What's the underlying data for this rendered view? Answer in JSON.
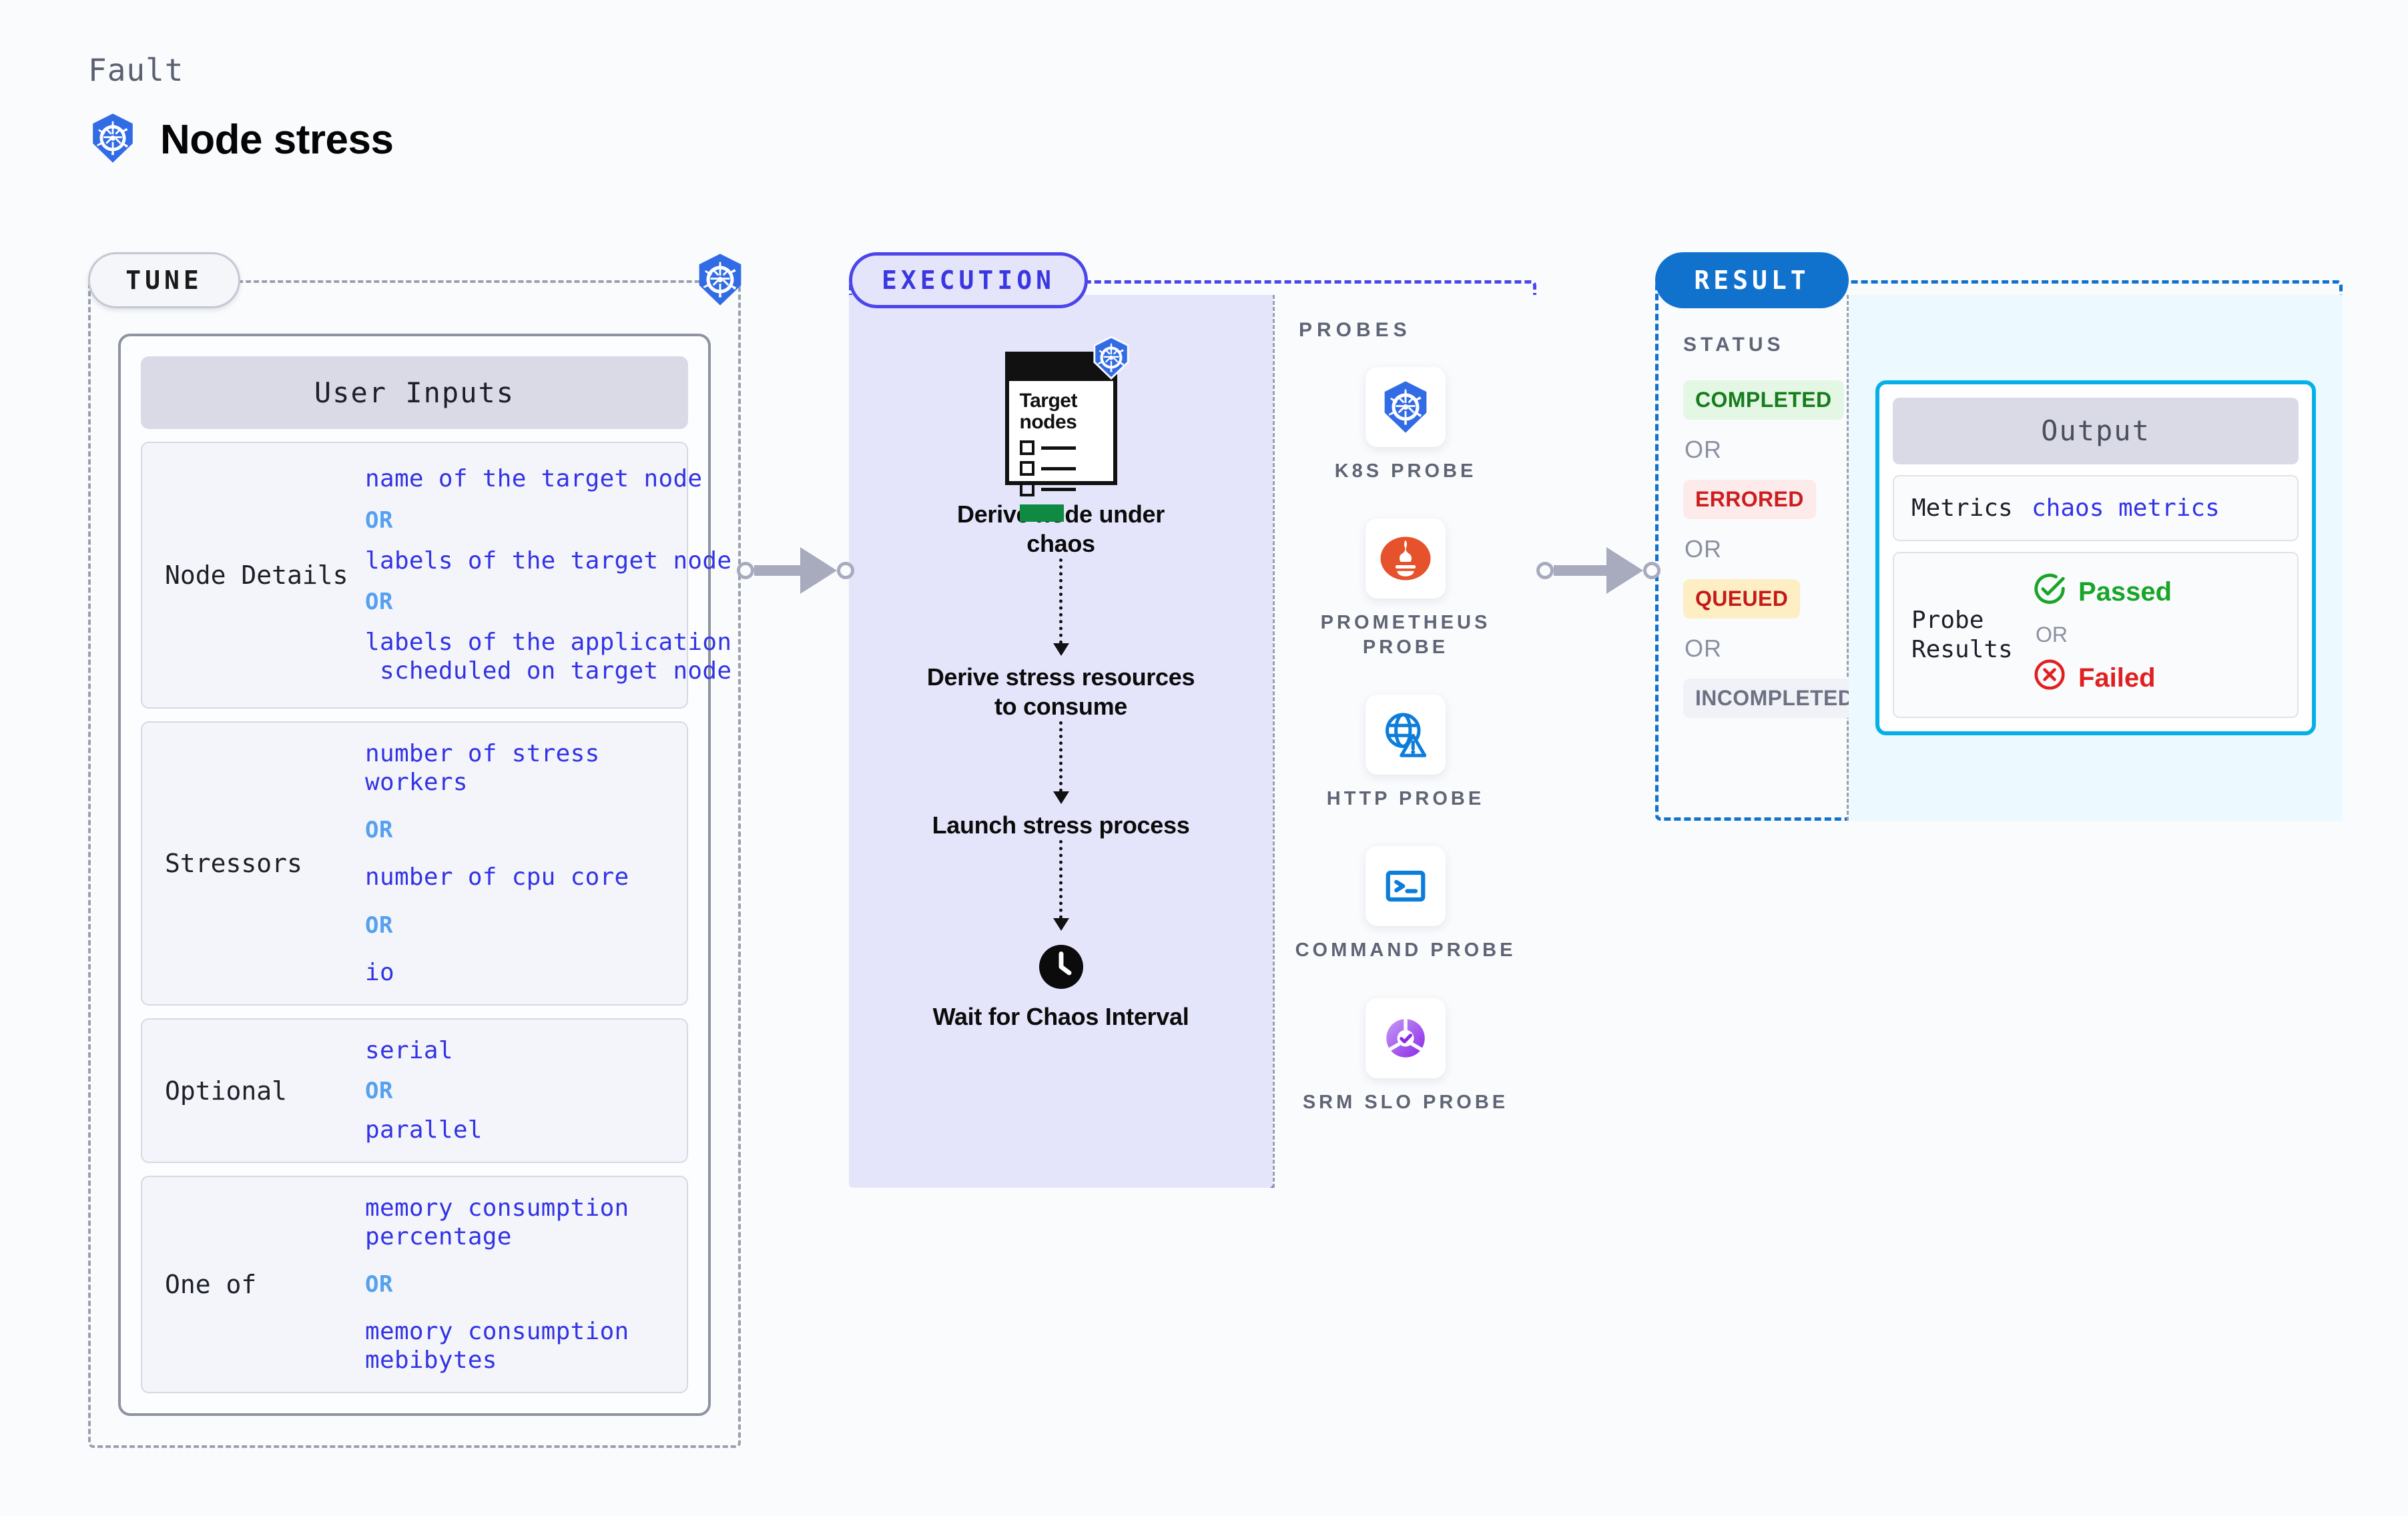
{
  "header": {
    "eyebrow": "Fault",
    "title": "Node stress",
    "icon": "kubernetes-icon"
  },
  "tune": {
    "badge": "TUNE",
    "panel_title": "User Inputs",
    "or_text": "OR",
    "rows": [
      {
        "label": "Node Details",
        "values": [
          "name of the target node",
          "labels of the target node",
          "labels of the application\n scheduled on target node"
        ]
      },
      {
        "label": "Stressors",
        "values": [
          "number of stress workers",
          "number of cpu core",
          "io"
        ]
      },
      {
        "label": "Optional",
        "values": [
          "serial",
          "parallel"
        ]
      },
      {
        "label": "One of",
        "values": [
          "memory consumption percentage",
          "memory consumption mebibytes"
        ]
      }
    ]
  },
  "execution": {
    "badge": "EXECUTION",
    "window_icon_title": "Target\nnodes",
    "steps": [
      {
        "label": "Derive node under chaos",
        "icon": "target-nodes-window-icon"
      },
      {
        "label": "Derive stress resources to consume",
        "icon": "none"
      },
      {
        "label": "Launch stress process",
        "icon": "none"
      },
      {
        "label": "Wait for Chaos Interval",
        "icon": "clock-icon"
      }
    ],
    "probes_title": "PROBES",
    "probes": [
      {
        "name": "K8S PROBE",
        "icon": "kubernetes-icon"
      },
      {
        "name": "PROMETHEUS PROBE",
        "icon": "prometheus-icon"
      },
      {
        "name": "HTTP PROBE",
        "icon": "globe-warning-icon"
      },
      {
        "name": "COMMAND PROBE",
        "icon": "terminal-icon"
      },
      {
        "name": "SRM SLO PROBE",
        "icon": "srm-slo-donut-icon"
      }
    ]
  },
  "result": {
    "badge": "RESULT",
    "status_title": "STATUS",
    "or_text": "OR",
    "statuses": [
      {
        "label": "COMPLETED",
        "color": "#167c1b",
        "bg": "#e3f7e4"
      },
      {
        "label": "ERRORED",
        "color": "#cc1d1d",
        "bg": "#fdeaea"
      },
      {
        "label": "QUEUED",
        "color": "#c61a1a",
        "bg": "#fdeec4"
      },
      {
        "label": "INCOMPLETED",
        "color": "#6b7183",
        "bg": "#f1f2f7"
      }
    ],
    "output_title": "Output",
    "metrics_label": "Metrics",
    "metrics_value": "chaos metrics",
    "probe_results_label": "Probe\nResults",
    "passed_label": "Passed",
    "failed_label": "Failed",
    "passed_color": "#19a52a",
    "failed_color": "#e02020"
  },
  "colors": {
    "page_bg": "#f9fbfd",
    "tune_border": "#9aa1ae",
    "exec_border": "#4a46e8",
    "exec_fill": "#e4e4fb",
    "result_border": "#1172ce",
    "output_border": "#05b0e8",
    "value_blue": "#3333e6",
    "or_blue": "#55a0f0"
  }
}
